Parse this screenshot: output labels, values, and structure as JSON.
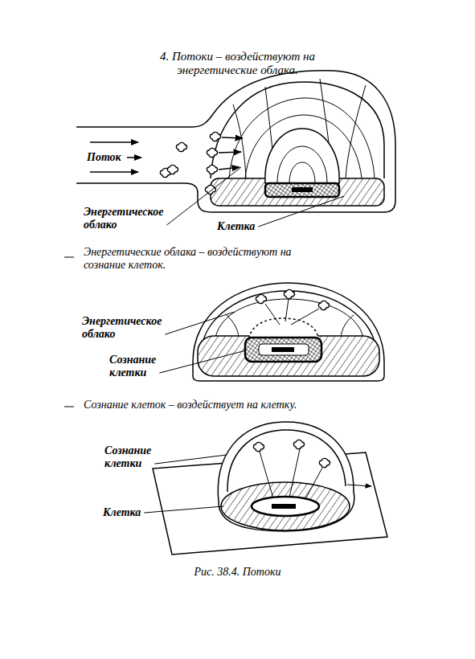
{
  "diagram": {
    "title": "4. Потоки – воздействуют на энергетические облака.",
    "caption": "Рис. 38.4. Потоки",
    "labels": [
      "Поток",
      "Энергетическое облако",
      "Клетка",
      "Энергетические облака – воздействуют на сознание клеток.",
      "Энергетическое облако",
      "Сознание клетки",
      "Сознание клеток – воздействует на клетку.",
      "Сознание клетки",
      "Клетка"
    ]
  }
}
